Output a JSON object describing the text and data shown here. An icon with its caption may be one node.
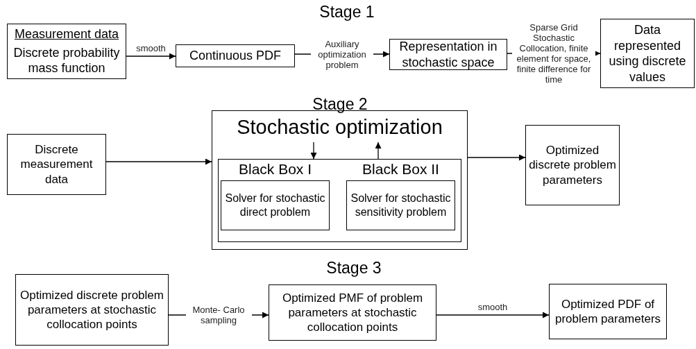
{
  "diagram": {
    "nodes": [
      {
        "text": [
          "Measurement data",
          "Discrete probability mass function"
        ]
      },
      {
        "text": [
          "Continuous PDF"
        ]
      },
      {
        "text": [
          "Representation in stochastic space"
        ]
      },
      {
        "text": [
          "Data represented using discrete values"
        ]
      },
      {
        "text": [
          "Discrete measurement data"
        ]
      },
      {
        "text": [],
        "shape": "box"
      },
      {
        "text": [
          "Stochastic optimization"
        ],
        "in": 5
      },
      {
        "text": [],
        "shape": "box",
        "in": 5
      },
      {
        "text": [
          "Black Box I",
          "Solver for stochastic direct problem"
        ],
        "in": 7
      },
      {
        "text": [
          "Black Box II",
          "Solver for stochastic sensitivity problem"
        ],
        "in": 7
      },
      {
        "text": [
          "Optimized discrete problem parameters"
        ]
      },
      {
        "text": [
          "Optimized discrete problem parameters at stochastic collocation points"
        ]
      },
      {
        "text": [
          "Optimized PMF of problem parameters at stochastic collocation points"
        ]
      },
      {
        "text": [
          "Optimized PDF of problem parameters"
        ]
      }
    ],
    "edges": [
      {
        "from": 0,
        "to": 1,
        "arrow": "to",
        "label": "smooth"
      },
      {
        "from": 1,
        "to": 2,
        "arrow": "to",
        "label": "Auxiliary optimization problem"
      },
      {
        "from": 2,
        "to": 3,
        "arrow": "to",
        "label": "Sparse Grid Stochastic Collocation, finite element for space, finite difference for time"
      },
      {
        "from": 4,
        "to": 5,
        "arrow": "to"
      },
      {
        "from": 5,
        "to": 10,
        "arrow": "to"
      },
      {
        "from": 6,
        "to": 7,
        "arrow": "to"
      },
      {
        "from": 7,
        "to": 6,
        "arrow": "to"
      },
      {
        "from": 11,
        "to": 12,
        "arrow": "to",
        "label": "Monte- Carlo sampling"
      },
      {
        "from": 12,
        "to": 13,
        "arrow": "to",
        "label": "smooth"
      }
    ],
    "labels": [
      "Stage 1",
      "Stage 2",
      "Stage 3"
    ]
  }
}
